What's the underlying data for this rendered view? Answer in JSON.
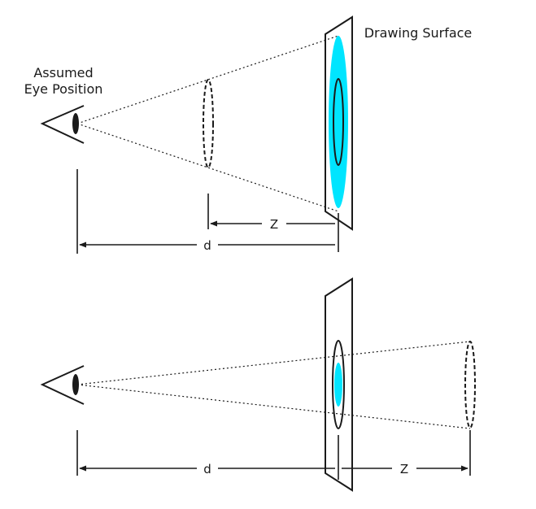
{
  "labels": {
    "assumed_eye_line1": "Assumed",
    "assumed_eye_line2": "Eye Position",
    "drawing_surface": "Drawing Surface"
  },
  "top_diagram": {
    "dim_z": "Z",
    "dim_d": "d"
  },
  "bottom_diagram": {
    "dim_d": "d",
    "dim_z": "Z"
  },
  "colors": {
    "stroke": "#1a1a1a",
    "projection_fill": "#00e5ff",
    "background": "#ffffff"
  }
}
